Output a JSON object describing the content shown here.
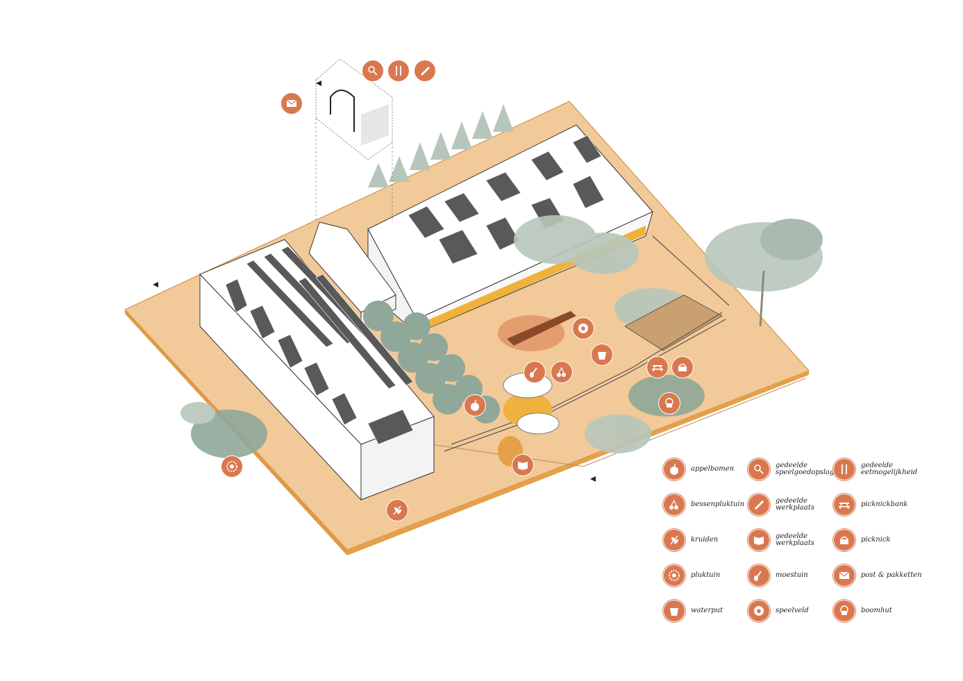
{
  "colors": {
    "ground": "#f2c998",
    "ground_edge": "#e6a04a",
    "building": "#ffffff",
    "building_line": "#333333",
    "solar": "#595959",
    "tree": "#8fa899",
    "tree_light": "#b7c6bb",
    "accent": "#d9784f",
    "yellow": "#f0b23c"
  },
  "legend": [
    {
      "icon": "apple-icon",
      "label": "appelbomen"
    },
    {
      "icon": "tools-icon",
      "label": "gedeelde\nspeelgoedopslag"
    },
    {
      "icon": "cutlery-icon",
      "label": "gedeelde\neetmogelijkheid"
    },
    {
      "icon": "cherries-icon",
      "label": "bessenpluktuin"
    },
    {
      "icon": "saw-icon",
      "label": "gedeelde\nwerkplaats"
    },
    {
      "icon": "picnic-table-icon",
      "label": "picknickbank"
    },
    {
      "icon": "herb-icon",
      "label": "kruiden"
    },
    {
      "icon": "book-icon",
      "label": "gedeelde\nwerkplaats"
    },
    {
      "icon": "picnic-basket-icon",
      "label": "picknick"
    },
    {
      "icon": "sunflower-icon",
      "label": "pluktuin"
    },
    {
      "icon": "shovel-icon",
      "label": "moestuin"
    },
    {
      "icon": "mail-icon",
      "label": "post & pakketten"
    },
    {
      "icon": "bucket-icon",
      "label": "waterput"
    },
    {
      "icon": "football-icon",
      "label": "speelveld"
    },
    {
      "icon": "treehouse-icon",
      "label": "boomhut"
    }
  ],
  "map_icons": [
    "tools-icon",
    "cutlery-icon",
    "saw-icon",
    "mail-icon",
    "football-icon",
    "bucket-icon",
    "shovel-icon",
    "cherries-icon",
    "picnic-table-icon",
    "picnic-basket-icon",
    "apple-icon",
    "treehouse-icon",
    "book-icon",
    "sunflower-icon",
    "herb-icon"
  ]
}
